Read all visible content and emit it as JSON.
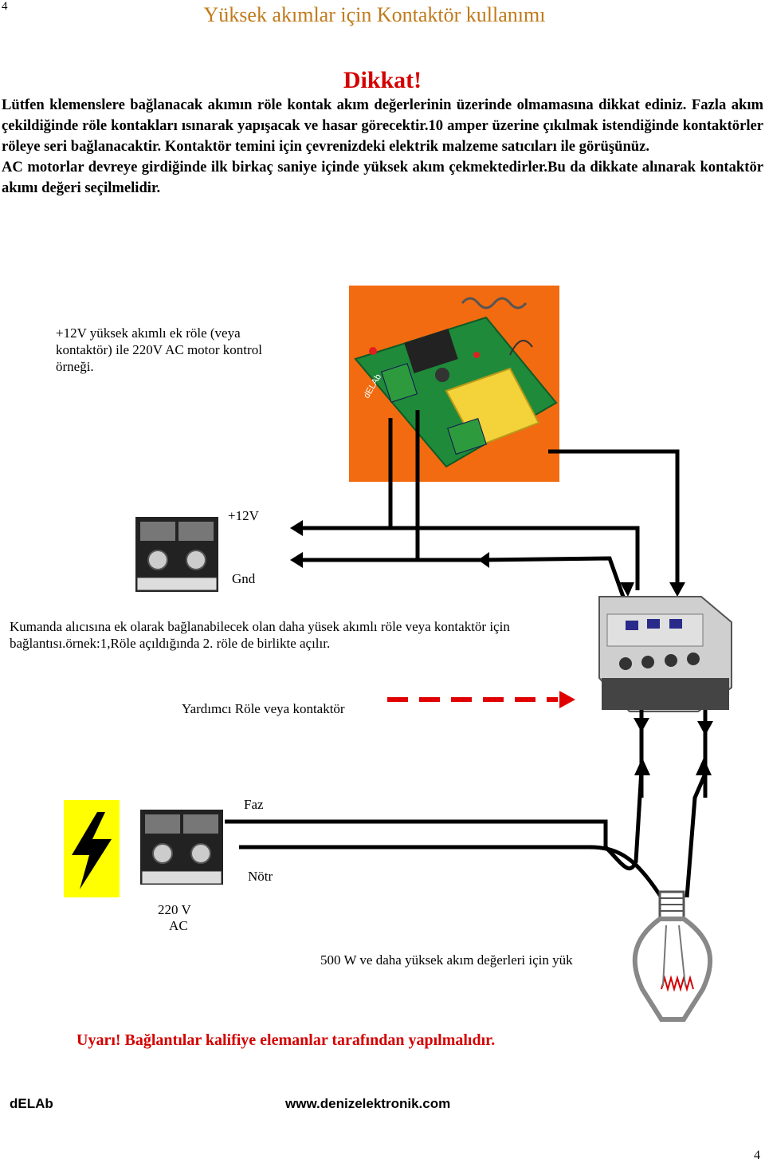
{
  "header": {
    "page_number_top": "4",
    "title": "Yüksek akımlar için Kontaktör kullanımı"
  },
  "warning": {
    "heading": "Dikkat!",
    "paragraph1": "Lütfen  klemenslere bağlanacak akımın röle kontak akım değerlerinin üzerinde olmamasına dikkat ediniz. Fazla akım çekildiğinde röle kontakları ısınarak yapışacak ve hasar görecektir.10 amper üzerine çıkılmak istendiğinde kontaktörler röleye seri  bağlanacaktir. Kontaktör temini için çevrenizdeki elektrik malzeme satıcıları ile görüşünüz.",
    "paragraph2": "AC motorlar devreye girdiğinde ilk birkaç saniye içinde yüksek akım çekmektedirler.Bu da dikkate alınarak kontaktör akımı değeri seçilmelidir."
  },
  "diagram": {
    "example_caption": "+12V yüksek akımlı ek röle (veya kontaktör) ile  220V AC motor kontrol örneği.",
    "label_12v": "+12V",
    "label_gnd": "Gnd",
    "connection_caption": "Kumanda alıcısına ek olarak bağlanabilecek olan daha  yüsek akımlı röle veya kontaktör için bağlantısı.örnek:1,Röle açıldığında 2. röle de birlikte açılır.",
    "aux_relay_label": "Yardımcı Röle veya  kontaktör",
    "label_faz": "Faz",
    "label_notr": "Nötr",
    "label_220v_line1": "220 V",
    "label_220v_line2": "AC",
    "load_label": "500 W ve daha yüksek akım değerleri için yük",
    "board_brand": "dELAb"
  },
  "caution": "Uyarı! Bağlantılar kalifiye elemanlar tarafından yapılmalıdır.",
  "footer": {
    "brand": "dELAb",
    "website": "www.denizelektronik.com",
    "page_number_bottom": "4"
  },
  "colors": {
    "title": "#c07a1a",
    "warning_red": "#d40000",
    "photo_background": "#f26b10",
    "pcb_green": "#1f8a3a",
    "hazard_yellow": "#ffff00"
  }
}
